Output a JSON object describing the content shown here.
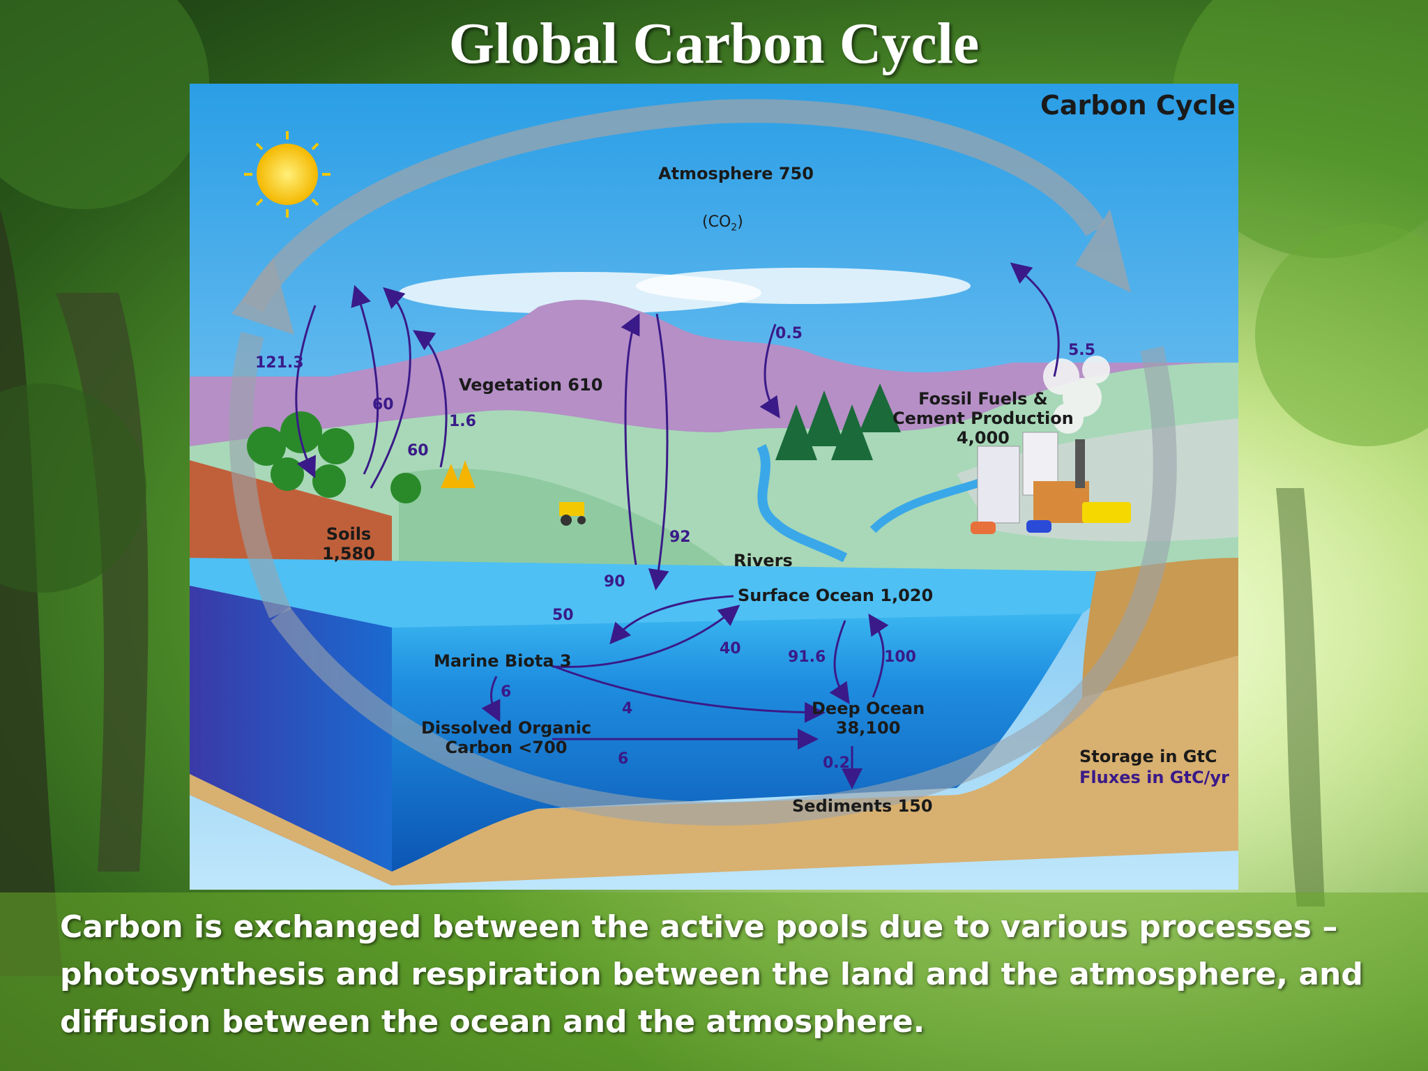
{
  "slide": {
    "title": "Global Carbon Cycle",
    "caption": "Carbon is exchanged between the active pools due to various processes – photosynthesis and respiration between the land and the atmosphere, and diffusion between the ocean and the atmosphere."
  },
  "diagram": {
    "title": "Carbon Cycle",
    "storages": {
      "atmosphere": "Atmosphere 750",
      "co2": "CO",
      "co2_sub": "2",
      "vegetation": "Vegetation 610",
      "soils_line1": "Soils",
      "soils_line2": "1,580",
      "fossil_line1": "Fossil Fuels &",
      "fossil_line2": "Cement Production",
      "fossil_line3": "4,000",
      "rivers": "Rivers",
      "surface_ocean": "Surface Ocean 1,020",
      "marine_biota": "Marine Biota 3",
      "doc_line1": "Dissolved Organic",
      "doc_line2": "Carbon <700",
      "deep_ocean_line1": "Deep Ocean",
      "deep_ocean_line2": "38,100",
      "sediments": "Sediments 150"
    },
    "fluxes": {
      "f121_3": "121.3",
      "f60a": "60",
      "f60b": "60",
      "f1_6": "1.6",
      "f0_5": "0.5",
      "f5_5": "5.5",
      "f92": "92",
      "f90": "90",
      "f50": "50",
      "f40": "40",
      "f91_6": "91.6",
      "f100": "100",
      "f6a": "6",
      "f4": "4",
      "f6b": "6",
      "f0_2": "0.2"
    },
    "legend": {
      "storage": "Storage in GtC",
      "fluxes": "Fluxes in GtC/yr"
    },
    "colors": {
      "storage_text": "#1a1a1a",
      "flux_text": "#3a1a88",
      "sky": "#3aa8e8",
      "ocean": "#1a7ad8",
      "deep_ocean": "#1560b8",
      "hills": "#b890c8",
      "land": "#c8a060"
    }
  }
}
